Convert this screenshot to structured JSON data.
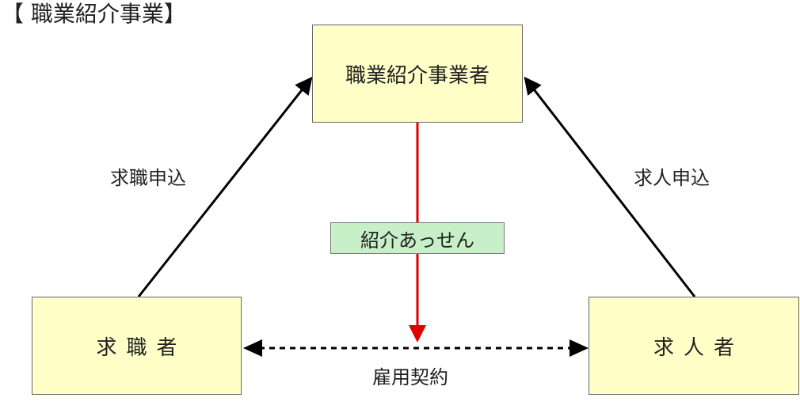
{
  "title": "【 職業紹介事業】",
  "nodes": {
    "agent": "職業紹介事業者",
    "seeker": "求職者",
    "employer": "求人者"
  },
  "edges": {
    "seeker_to_agent": "求職申込",
    "employer_to_agent": "求人申込",
    "mediation": "紹介あっせん",
    "contract": "雇用契約"
  },
  "colors": {
    "box_fill": "#ffffc8",
    "label_fill": "#c8f0c8",
    "mediation_arrow": "#e00000",
    "line": "#000000"
  }
}
